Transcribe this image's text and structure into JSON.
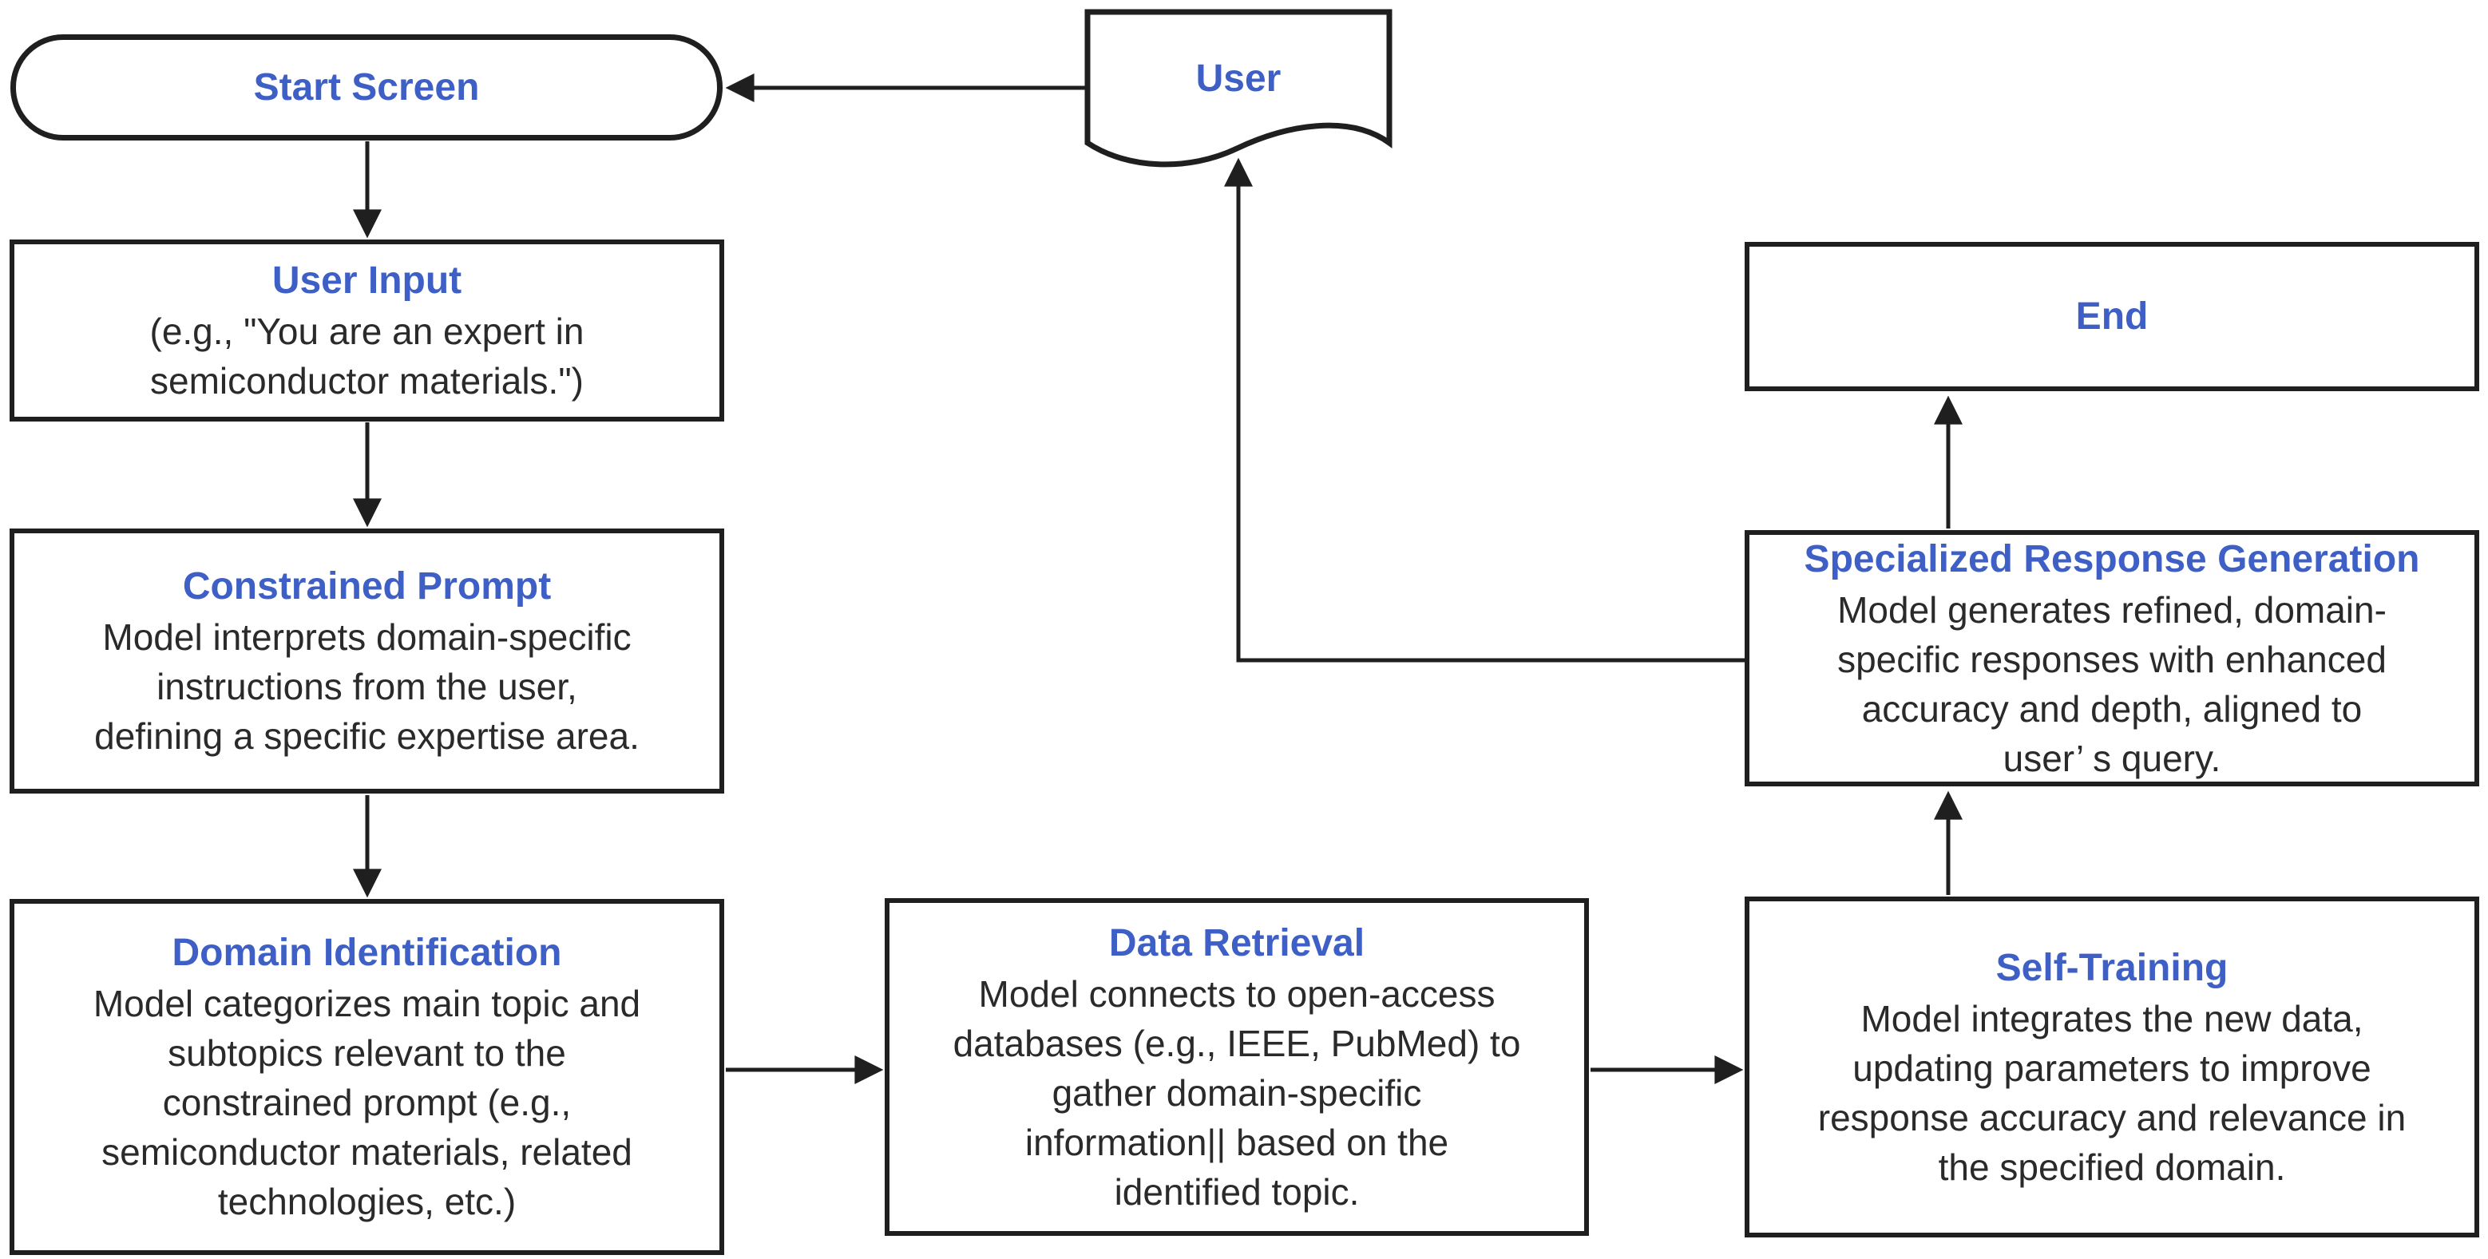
{
  "diagram": {
    "colors": {
      "node_title": "#3e5fc5",
      "body_text": "#2a2a2a",
      "line": "#1f1f1f",
      "background": "#ffffff"
    },
    "nodes": {
      "start_screen": {
        "label": "Start Screen"
      },
      "user": {
        "label": "User"
      },
      "user_input": {
        "title": "User Input",
        "body": "(e.g., \"You are an expert in\nsemiconductor materials.\")"
      },
      "constrained_prompt": {
        "title": "Constrained Prompt",
        "body": "Model interprets domain-specific\ninstructions from the user,\ndefining a specific expertise area."
      },
      "domain_identification": {
        "title": "Domain Identification",
        "body": "Model categorizes main topic and\nsubtopics relevant to the\nconstrained prompt (e.g.,\nsemiconductor materials, related\ntechnologies, etc.)"
      },
      "data_retrieval": {
        "title": "Data Retrieval",
        "body": "Model connects to open-access\ndatabases (e.g., IEEE, PubMed) to\ngather domain-specific\ninformation|| based on the\nidentified topic."
      },
      "self_training": {
        "title": "Self-Training",
        "body": "Model integrates the new data,\nupdating parameters to improve\nresponse accuracy and relevance in\nthe specified domain."
      },
      "specialized_response_generation": {
        "title": "Specialized Response Generation",
        "body": "Model generates refined, domain-\nspecific responses with enhanced\naccuracy and depth, aligned to\nuser’ s query."
      },
      "end": {
        "label": "End"
      }
    },
    "edges": [
      {
        "from": "user",
        "to": "start_screen"
      },
      {
        "from": "start_screen",
        "to": "user_input"
      },
      {
        "from": "user_input",
        "to": "constrained_prompt"
      },
      {
        "from": "constrained_prompt",
        "to": "domain_identification"
      },
      {
        "from": "domain_identification",
        "to": "data_retrieval"
      },
      {
        "from": "data_retrieval",
        "to": "self_training"
      },
      {
        "from": "self_training",
        "to": "specialized_response_generation"
      },
      {
        "from": "specialized_response_generation",
        "to": "end"
      },
      {
        "from": "specialized_response_generation",
        "to": "user"
      }
    ]
  }
}
